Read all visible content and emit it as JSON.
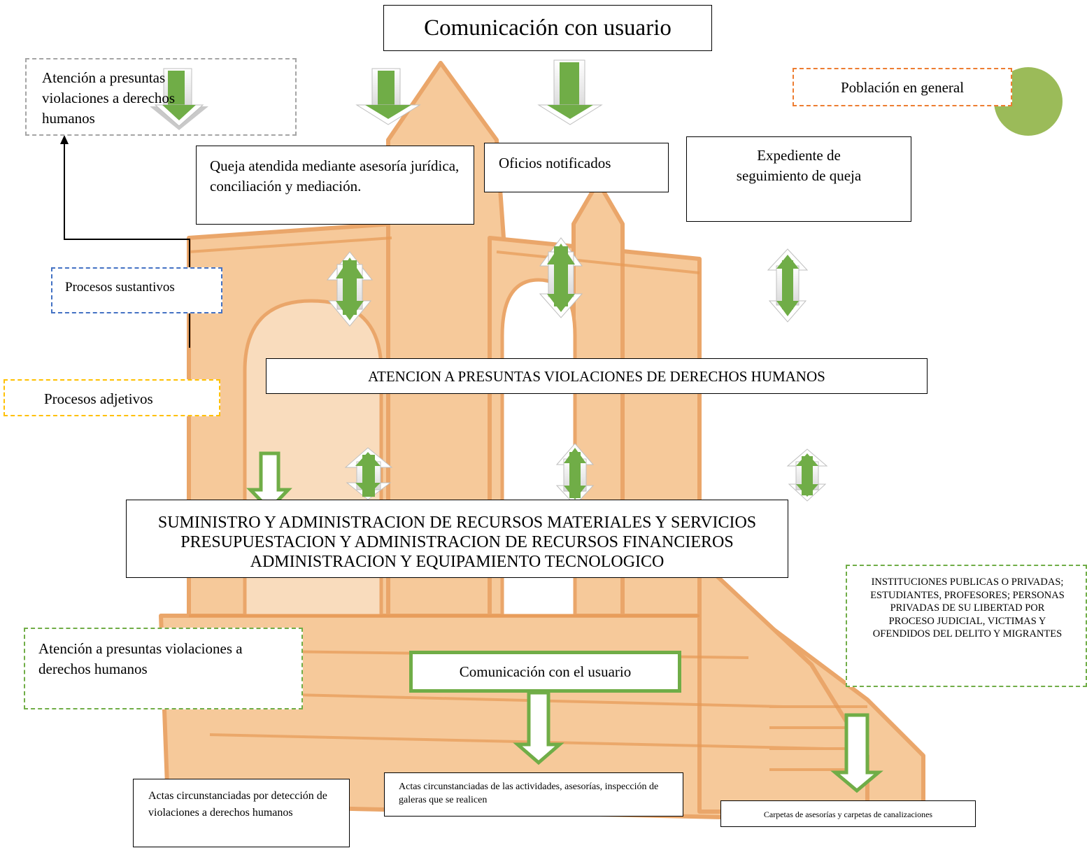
{
  "top_title": "Comunicación con usuario",
  "poblacion": "Población en general",
  "atencion_top": "Atención a presuntas violaciones a derechos humanos",
  "queja_atendida": "Queja atendida mediante asesoría jurídica, conciliación y mediación.",
  "oficios": "Oficios notificados",
  "expediente": "Expediente de seguimiento de queja",
  "procesos_sustantivos": "Procesos sustantivos",
  "procesos_adjetivos": "Procesos adjetivos",
  "atencion_main": "ATENCION A PRESUNTAS VIOLACIONES DE DERECHOS HUMANOS",
  "suministro": "SUMINISTRO Y ADMINISTRACION DE RECURSOS MATERIALES Y SERVICIOS PRESUPUESTACION Y ADMINISTRACION DE RECURSOS FINANCIEROS ADMINISTRACION Y EQUIPAMIENTO TECNOLOGICO",
  "instituciones": "INSTITUCIONES PUBLICAS O PRIVADAS; ESTUDIANTES, PROFESORES; PERSONAS PRIVADAS DE SU LIBERTAD POR PROCESO JUDICIAL, VICTIMAS Y OFENDIDOS DEL DELITO Y MIGRANTES",
  "atencion_bottom": "Atención a presuntas violaciones a derechos humanos",
  "comunicacion_bottom": "Comunicación con el usuario",
  "actas_deteccion": "Actas circunstanciadas por detección de violaciones a derechos humanos",
  "actas_actividades": "Actas circunstanciadas de las actividades, asesorías, inspección de galeras que se realicen",
  "carpetas": "Carpetas de asesorías y carpetas de canalizaciones",
  "colors": {
    "watermark": "#f6c99a",
    "watermark_line": "#e79a55",
    "arrow_green": "#70ad47",
    "circle_green": "#9bbb59"
  }
}
